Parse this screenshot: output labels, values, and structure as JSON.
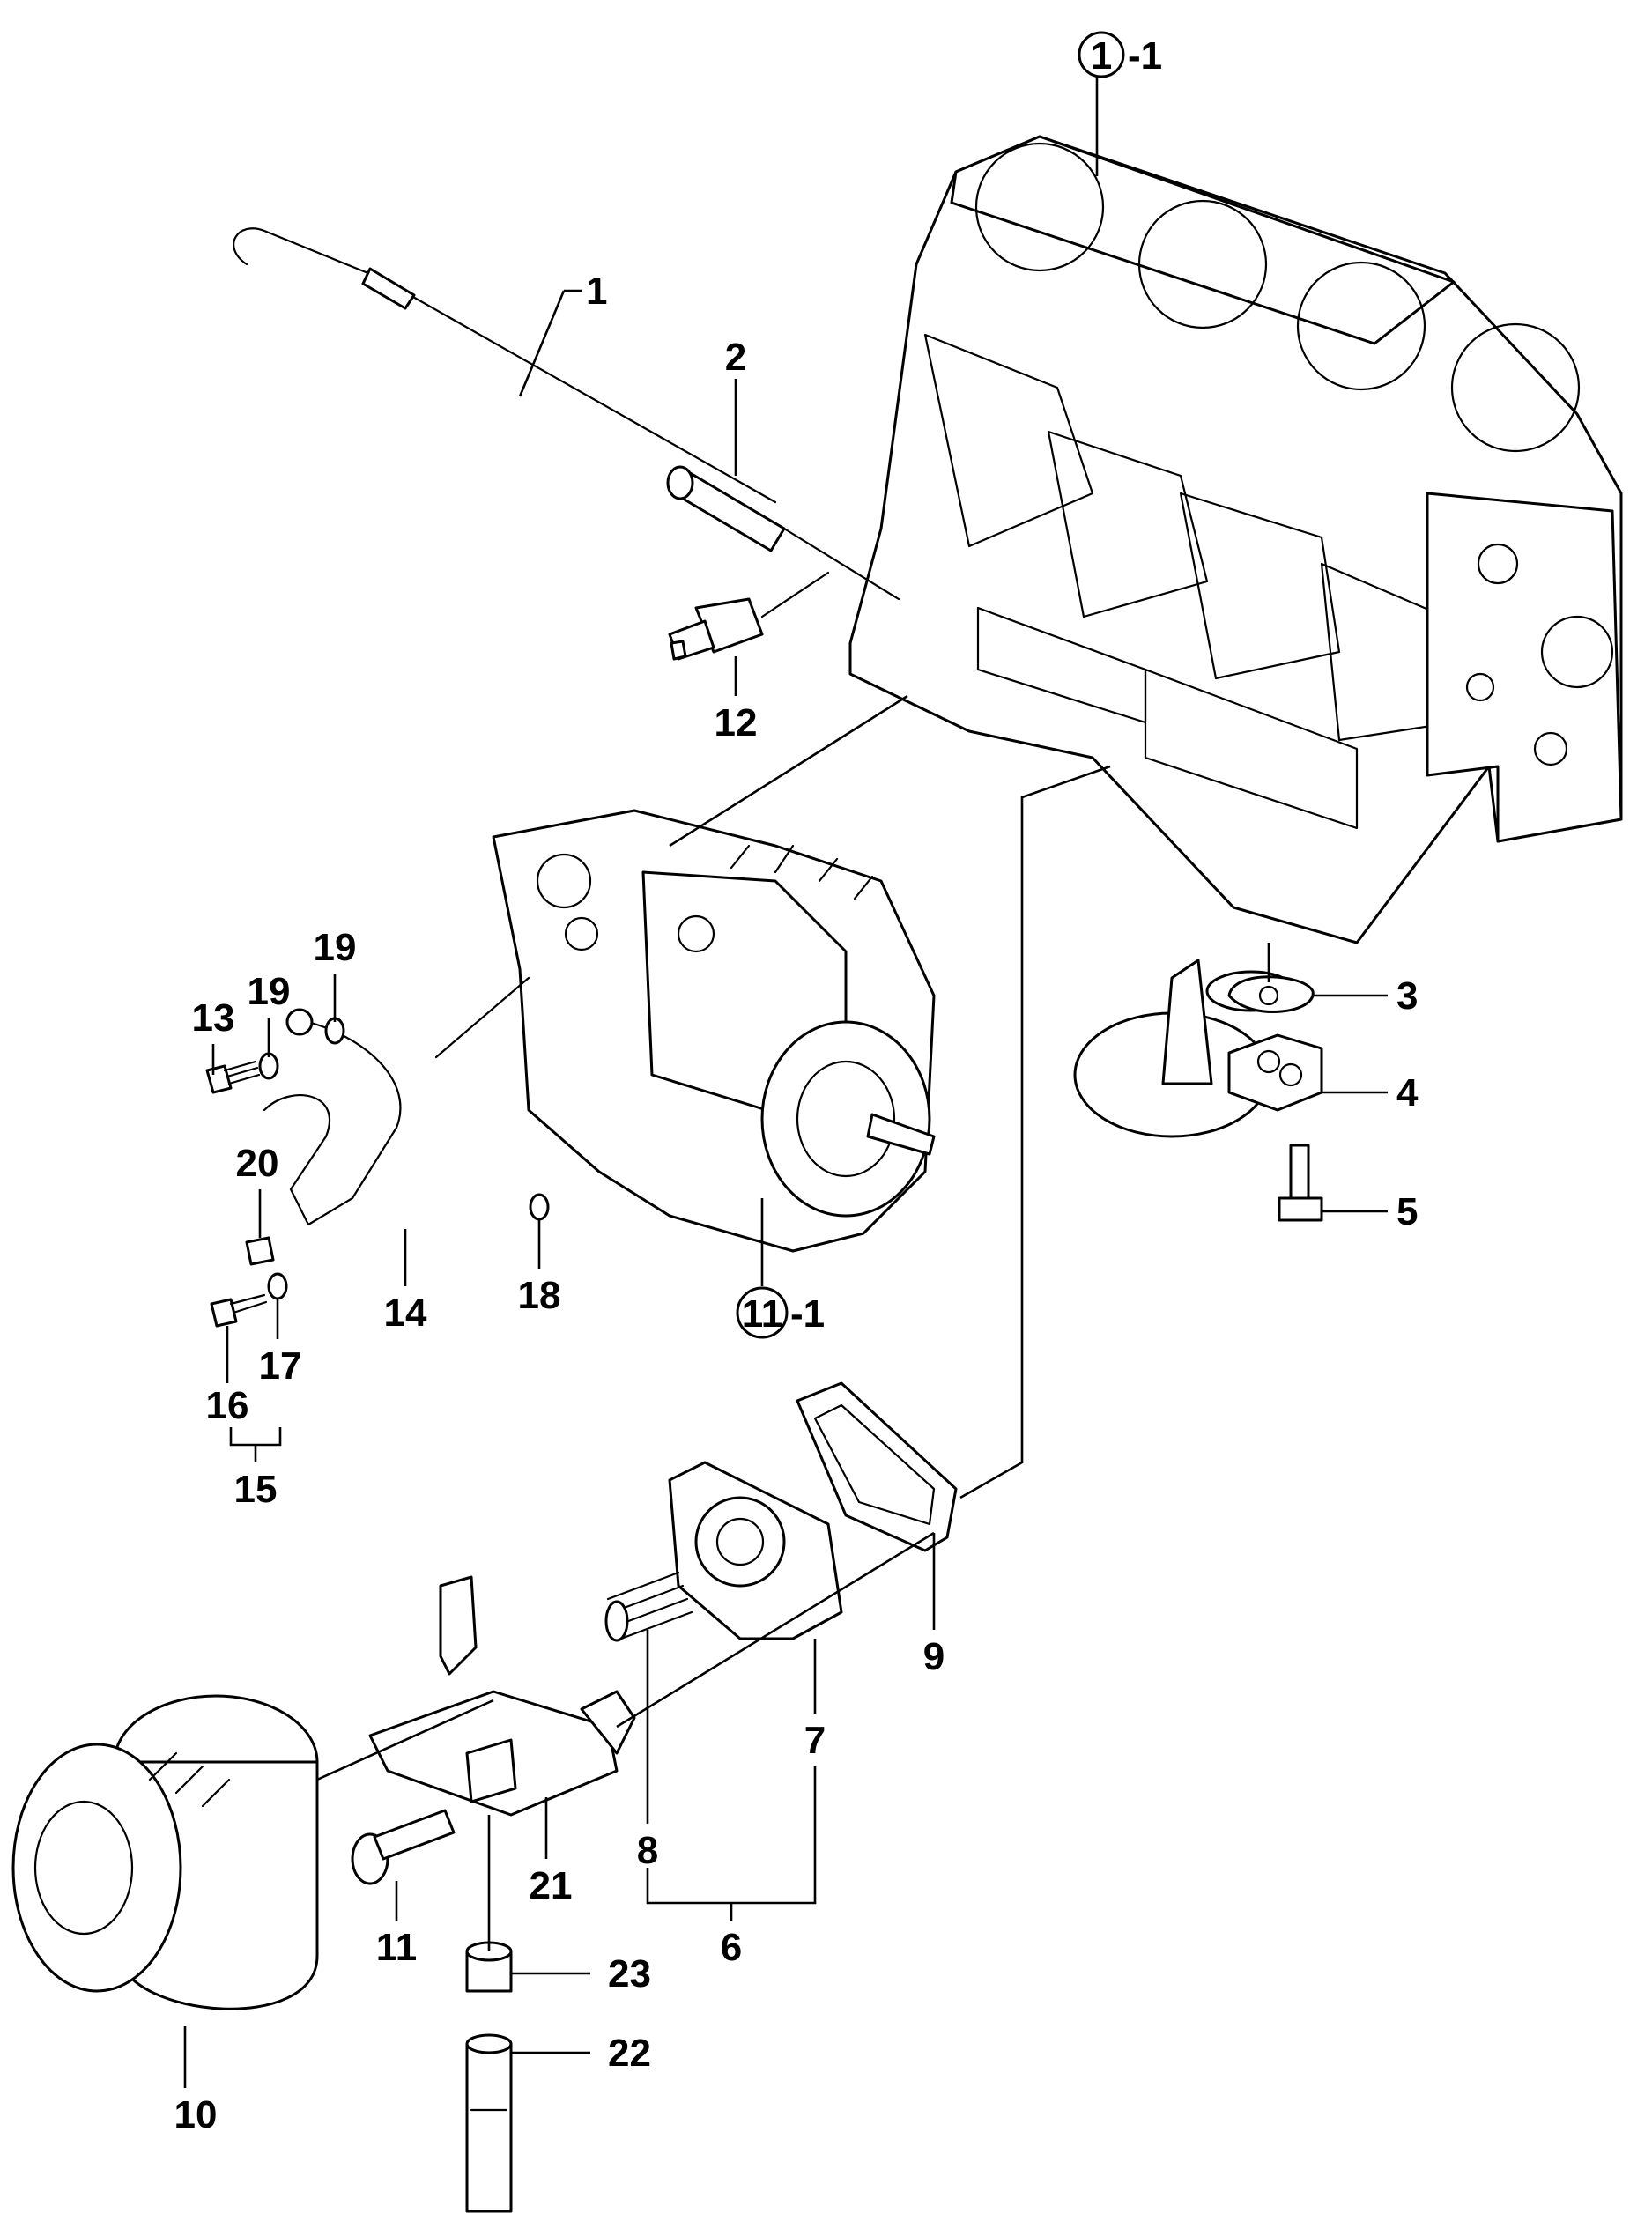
{
  "callouts": {
    "c1": "1",
    "c2": "2",
    "c3": "3",
    "c4": "4",
    "c5": "5",
    "c6": "6",
    "c7": "7",
    "c8": "8",
    "c9": "9",
    "c10": "10",
    "c11": "11",
    "c12": "12",
    "c13": "13",
    "c14": "14",
    "c15": "15",
    "c16": "16",
    "c17": "17",
    "c18": "18",
    "c19a": "19",
    "c19b": "19",
    "c20": "20",
    "c21": "21",
    "c22": "22",
    "c23": "23"
  },
  "refs": {
    "block_num": "1",
    "block_suffix": "-1",
    "pump_num": "11",
    "pump_suffix": "-1"
  }
}
